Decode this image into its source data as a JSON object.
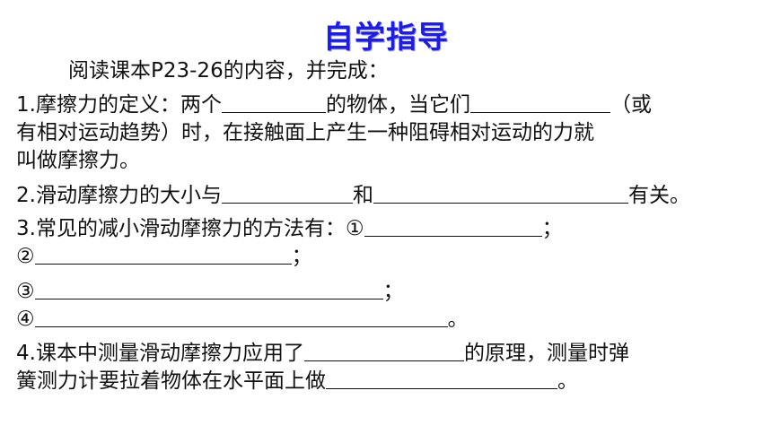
{
  "title": "自学指导",
  "intro": "阅读课本P23-26的内容，并完成：",
  "q1": {
    "part1": "1.摩擦力的定义：两个",
    "part2": "的物体，当它们",
    "part3": "（或",
    "line2": "有相对运动趋势）时，在接触面上产生一种阻碍相对运动的力就",
    "line3": "叫做摩擦力。"
  },
  "q2": {
    "part1": "2.滑动摩擦力的大小与",
    "part2": "和",
    "part3": "有关。"
  },
  "q3": {
    "part1": "3.常见的减小滑动摩擦力的方法有：①",
    "end1": "；",
    "m2": "②",
    "end2": "；",
    "m3": "③",
    "end3": "；",
    "m4": "④",
    "end4": "。"
  },
  "q4": {
    "part1": "4.课本中测量滑动摩擦力应用了",
    "part2": "的原理，测量时弹",
    "line2": "簧测力计要拉着物体在水平面上做",
    "end": "。"
  }
}
